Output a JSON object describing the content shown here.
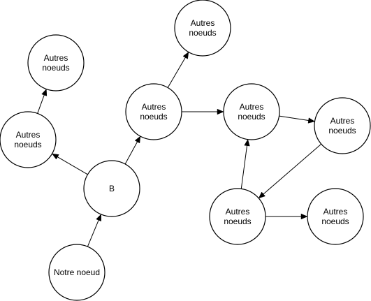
{
  "diagram": {
    "colors": {
      "stroke": "#000000",
      "fill": "#ffffff",
      "text": "#000000"
    },
    "nodes": [
      {
        "id": "n_top_left",
        "lines": [
          "Autres",
          "noeuds"
        ]
      },
      {
        "id": "n_top_mid",
        "lines": [
          "Autres",
          "noeuds"
        ]
      },
      {
        "id": "n_left",
        "lines": [
          "Autres",
          "noeuds"
        ]
      },
      {
        "id": "n_mid",
        "lines": [
          "Autres",
          "noeuds"
        ]
      },
      {
        "id": "n_center",
        "lines": [
          "Autres",
          "noeuds"
        ]
      },
      {
        "id": "n_right",
        "lines": [
          "Autres",
          "noeuds"
        ]
      },
      {
        "id": "b",
        "lines": [
          "B"
        ]
      },
      {
        "id": "n_low_mid",
        "lines": [
          "Autres",
          "noeuds"
        ]
      },
      {
        "id": "n_low_right",
        "lines": [
          "Autres",
          "noeuds"
        ]
      },
      {
        "id": "notre",
        "lines": [
          "Notre noeud"
        ]
      }
    ],
    "edges": [
      {
        "from": "notre",
        "to": "b"
      },
      {
        "from": "b",
        "to": "n_left"
      },
      {
        "from": "b",
        "to": "n_mid"
      },
      {
        "from": "n_left",
        "to": "n_top_left"
      },
      {
        "from": "n_mid",
        "to": "n_top_mid"
      },
      {
        "from": "n_mid",
        "to": "n_center"
      },
      {
        "from": "n_center",
        "to": "n_right"
      },
      {
        "from": "n_right",
        "to": "n_low_mid"
      },
      {
        "from": "n_low_mid",
        "to": "n_center"
      },
      {
        "from": "n_low_mid",
        "to": "n_low_right"
      }
    ]
  }
}
